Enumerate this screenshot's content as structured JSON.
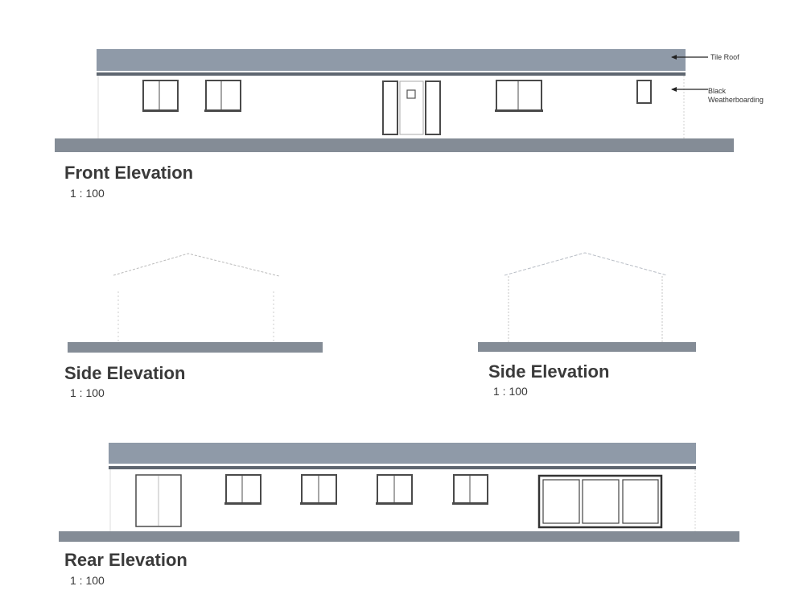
{
  "colors": {
    "roof": "#8f9aa8",
    "roof_dark": "#5e6670",
    "ground": "#848c96",
    "frame": "#4a4a4a",
    "text": "#3a3a3a",
    "outline_light": "#c8c8c8"
  },
  "front": {
    "title": "Front Elevation",
    "scale": "1 : 100",
    "annotations": {
      "roof": "Tile Roof",
      "wall_line1": "Black",
      "wall_line2": "Weatherboarding"
    }
  },
  "side_left": {
    "title": "Side Elevation",
    "scale": "1 : 100"
  },
  "side_right": {
    "title": "Side Elevation",
    "scale": "1 : 100"
  },
  "rear": {
    "title": "Rear Elevation",
    "scale": "1 : 100"
  }
}
